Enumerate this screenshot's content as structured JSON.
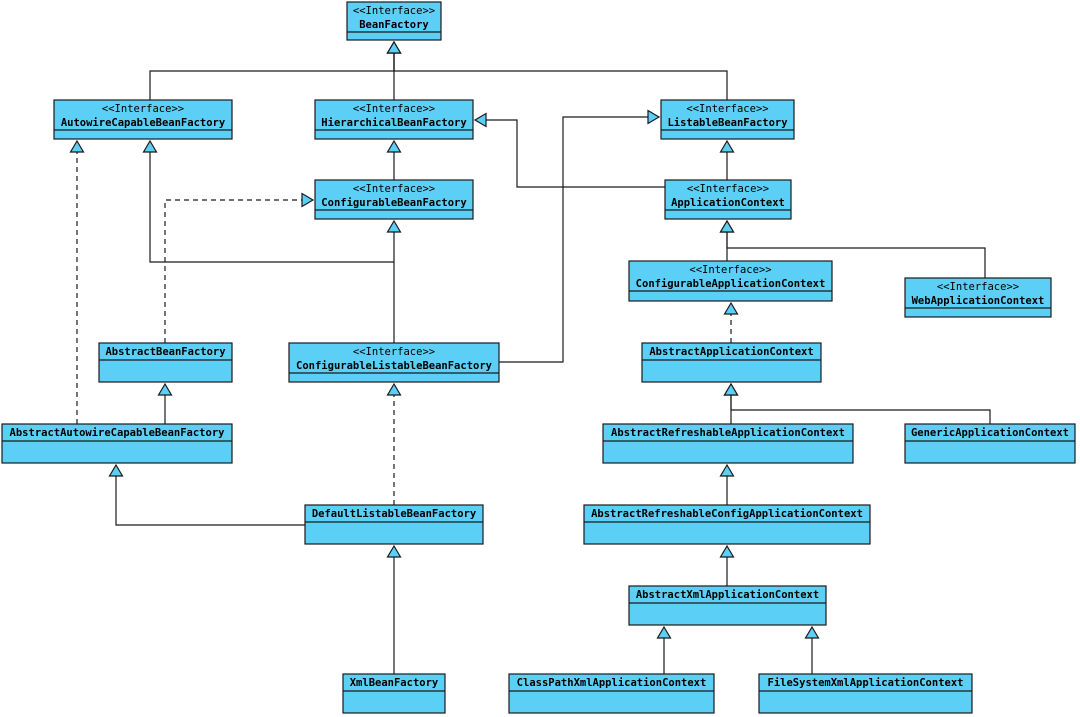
{
  "diagram": {
    "stereotype": "<<Interface>>",
    "classes": [
      {
        "id": "BeanFactory",
        "name": "BeanFactory",
        "interface": true
      },
      {
        "id": "AutowireCapableBeanFactory",
        "name": "AutowireCapableBeanFactory",
        "interface": true
      },
      {
        "id": "HierarchicalBeanFactory",
        "name": "HierarchicalBeanFactory",
        "interface": true
      },
      {
        "id": "ListableBeanFactory",
        "name": "ListableBeanFactory",
        "interface": true
      },
      {
        "id": "ConfigurableBeanFactory",
        "name": "ConfigurableBeanFactory",
        "interface": true
      },
      {
        "id": "ApplicationContext",
        "name": "ApplicationContext",
        "interface": true
      },
      {
        "id": "ConfigurableApplicationContext",
        "name": "ConfigurableApplicationContext",
        "interface": true
      },
      {
        "id": "WebApplicationContext",
        "name": "WebApplicationContext",
        "interface": true
      },
      {
        "id": "AbstractBeanFactory",
        "name": "AbstractBeanFactory",
        "interface": false
      },
      {
        "id": "ConfigurableListableBeanFactory",
        "name": "ConfigurableListableBeanFactory",
        "interface": true
      },
      {
        "id": "AbstractApplicationContext",
        "name": "AbstractApplicationContext",
        "interface": false
      },
      {
        "id": "AbstractAutowireCapableBeanFactory",
        "name": "AbstractAutowireCapableBeanFactory",
        "interface": false
      },
      {
        "id": "AbstractRefreshableApplicationContext",
        "name": "AbstractRefreshableApplicationContext",
        "interface": false
      },
      {
        "id": "GenericApplicationContext",
        "name": "GenericApplicationContext",
        "interface": false
      },
      {
        "id": "DefaultListableBeanFactory",
        "name": "DefaultListableBeanFactory",
        "interface": false
      },
      {
        "id": "AbstractRefreshableConfigApplicationContext",
        "name": "AbstractRefreshableConfigApplicationContext",
        "interface": false
      },
      {
        "id": "AbstractXmlApplicationContext",
        "name": "AbstractXmlApplicationContext",
        "interface": false
      },
      {
        "id": "XmlBeanFactory",
        "name": "XmlBeanFactory",
        "interface": false
      },
      {
        "id": "ClassPathXmlApplicationContext",
        "name": "ClassPathXmlApplicationContext",
        "interface": false
      },
      {
        "id": "FileSystemXmlApplicationContext",
        "name": "FileSystemXmlApplicationContext",
        "interface": false
      }
    ],
    "relations": [
      {
        "from": "AutowireCapableBeanFactory",
        "to": "BeanFactory",
        "style": "solid"
      },
      {
        "from": "HierarchicalBeanFactory",
        "to": "BeanFactory",
        "style": "solid"
      },
      {
        "from": "ListableBeanFactory",
        "to": "BeanFactory",
        "style": "solid"
      },
      {
        "from": "ConfigurableBeanFactory",
        "to": "HierarchicalBeanFactory",
        "style": "solid"
      },
      {
        "from": "ApplicationContext",
        "to": "ListableBeanFactory",
        "style": "solid"
      },
      {
        "from": "ApplicationContext",
        "to": "HierarchicalBeanFactory",
        "style": "solid"
      },
      {
        "from": "ConfigurableListableBeanFactory",
        "to": "ConfigurableBeanFactory",
        "style": "solid"
      },
      {
        "from": "ConfigurableListableBeanFactory",
        "to": "AutowireCapableBeanFactory",
        "style": "solid"
      },
      {
        "from": "ConfigurableListableBeanFactory",
        "to": "ListableBeanFactory",
        "style": "solid"
      },
      {
        "from": "AbstractBeanFactory",
        "to": "ConfigurableBeanFactory",
        "style": "dashed"
      },
      {
        "from": "AbstractAutowireCapableBeanFactory",
        "to": "AbstractBeanFactory",
        "style": "solid"
      },
      {
        "from": "AbstractAutowireCapableBeanFactory",
        "to": "AutowireCapableBeanFactory",
        "style": "dashed"
      },
      {
        "from": "DefaultListableBeanFactory",
        "to": "AbstractAutowireCapableBeanFactory",
        "style": "solid"
      },
      {
        "from": "DefaultListableBeanFactory",
        "to": "ConfigurableListableBeanFactory",
        "style": "dashed"
      },
      {
        "from": "XmlBeanFactory",
        "to": "DefaultListableBeanFactory",
        "style": "solid"
      },
      {
        "from": "ConfigurableApplicationContext",
        "to": "ApplicationContext",
        "style": "solid"
      },
      {
        "from": "WebApplicationContext",
        "to": "ApplicationContext",
        "style": "solid"
      },
      {
        "from": "AbstractApplicationContext",
        "to": "ConfigurableApplicationContext",
        "style": "dashed"
      },
      {
        "from": "AbstractRefreshableApplicationContext",
        "to": "AbstractApplicationContext",
        "style": "solid"
      },
      {
        "from": "GenericApplicationContext",
        "to": "AbstractApplicationContext",
        "style": "solid"
      },
      {
        "from": "AbstractRefreshableConfigApplicationContext",
        "to": "AbstractRefreshableApplicationContext",
        "style": "solid"
      },
      {
        "from": "AbstractXmlApplicationContext",
        "to": "AbstractRefreshableConfigApplicationContext",
        "style": "solid"
      },
      {
        "from": "ClassPathXmlApplicationContext",
        "to": "AbstractXmlApplicationContext",
        "style": "solid"
      },
      {
        "from": "FileSystemXmlApplicationContext",
        "to": "AbstractXmlApplicationContext",
        "style": "solid"
      }
    ]
  }
}
